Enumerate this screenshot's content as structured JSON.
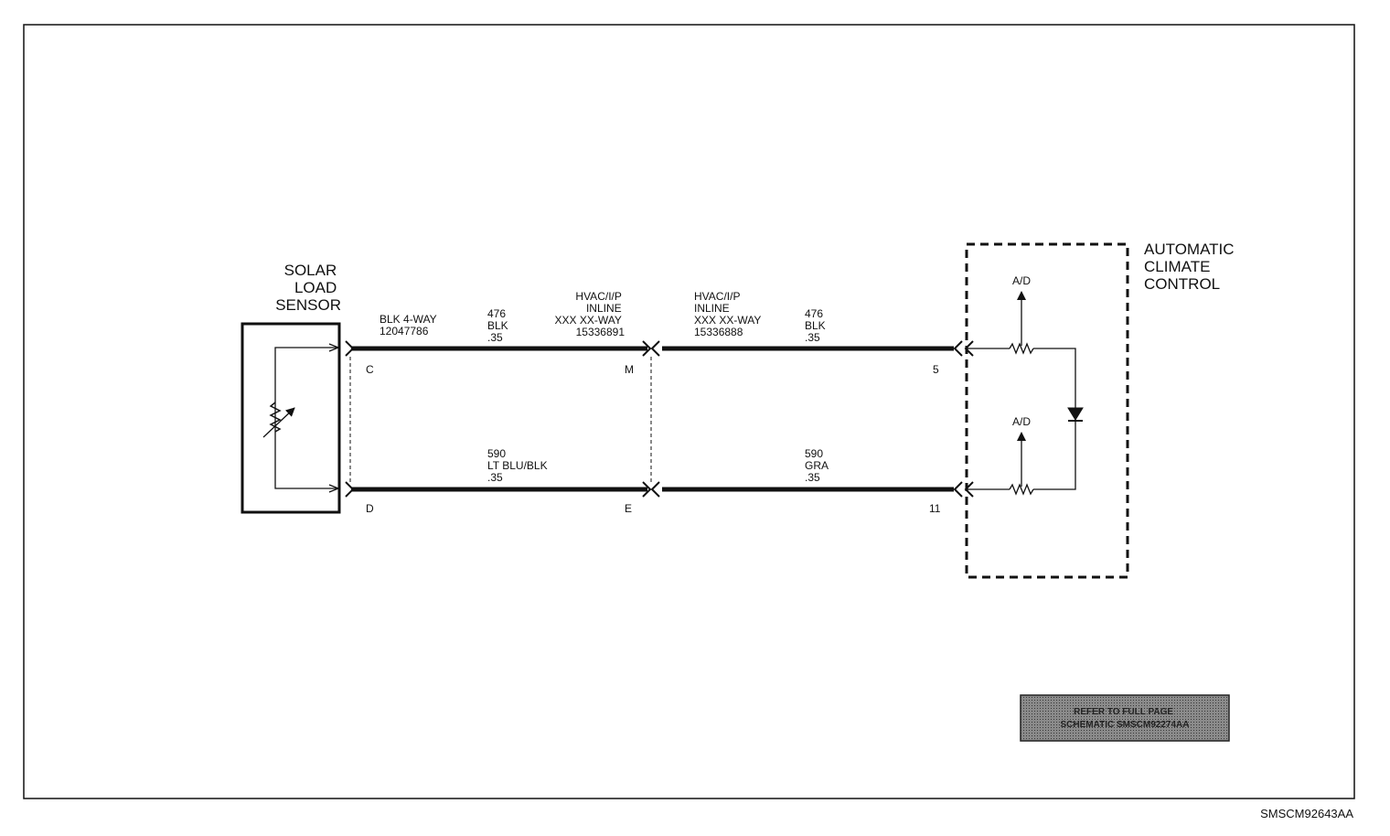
{
  "solar_sensor": {
    "title_lines": [
      "SOLAR",
      "LOAD",
      "SENSOR"
    ]
  },
  "acc_module": {
    "title_lines": [
      "AUTOMATIC",
      "CLIMATE",
      "CONTROL"
    ],
    "ad_label": "A/D"
  },
  "connectors": {
    "sensor": {
      "lines": [
        "BLK 4-WAY",
        "12047786"
      ]
    },
    "inline_left": {
      "lines": [
        "HVAC/I/P",
        "INLINE",
        "XXX XX-WAY",
        "15336891"
      ]
    },
    "inline_right": {
      "lines": [
        "HVAC/I/P",
        "INLINE",
        "XXX XX-WAY",
        "15336888"
      ]
    }
  },
  "wires": {
    "top_left": {
      "lines": [
        "476",
        "BLK",
        ".35"
      ]
    },
    "top_right": {
      "lines": [
        "476",
        "BLK",
        ".35"
      ]
    },
    "bottom_left": {
      "lines": [
        "590",
        "LT BLU/BLK",
        ".35"
      ]
    },
    "bottom_right": {
      "lines": [
        "590",
        "GRA",
        ".35"
      ]
    }
  },
  "pins": {
    "c": "C",
    "m": "M",
    "five": "5",
    "d": "D",
    "e": "E",
    "eleven": "11"
  },
  "reference_note": {
    "lines": [
      "REFER TO FULL PAGE",
      "SCHEMATIC SMSCM92274AA"
    ]
  },
  "figure_code": "SMSCM92643AA"
}
